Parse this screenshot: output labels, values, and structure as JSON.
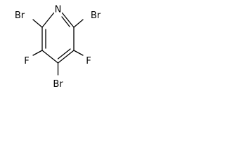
{
  "molecule": {
    "atoms": {
      "ring_nitrogen": "N",
      "bromine_left": "Br",
      "bromine_right": "Br",
      "fluorine_left": "F",
      "fluorine_right": "F",
      "bromine_bottom": "Br"
    }
  },
  "colors": {
    "bond": "#000000",
    "label": "#000000",
    "background": "#ffffff"
  }
}
